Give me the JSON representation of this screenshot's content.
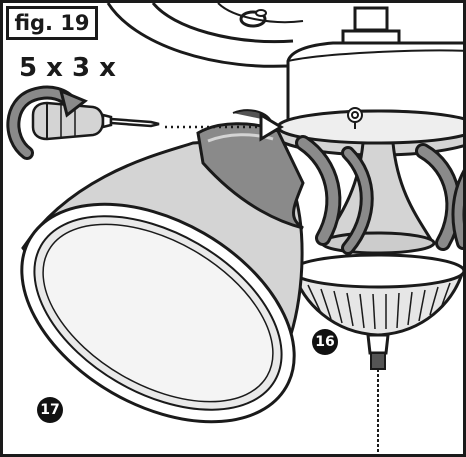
{
  "figure_label": "fig. 19",
  "quantity_label": "5 x 3 x",
  "callouts": {
    "canopy_part": "16",
    "glass_shade": "17"
  },
  "icons": [
    "screwdriver-icon",
    "rotation-arrow-icon",
    "thumb-screw-icon"
  ],
  "colors": {
    "line": "#1a1a1a",
    "medium_gray": "#8a8a8a",
    "light_gray": "#d4d4d4",
    "dark_gray": "#555555",
    "background": "#ffffff"
  }
}
